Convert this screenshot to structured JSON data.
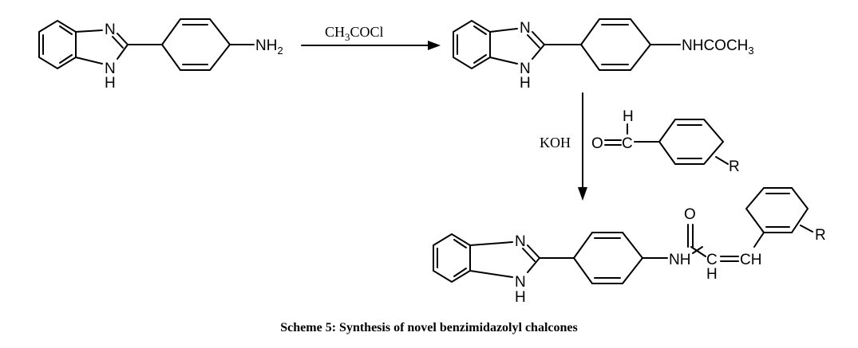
{
  "caption": "Scheme 5: Synthesis of novel benzimidazolyl chalcones",
  "atoms": {
    "n": "N",
    "nh_h": "H",
    "h": "H",
    "o": "O",
    "c": "C",
    "r": "R",
    "nh2": "NH",
    "nh2_sub": "2",
    "nhcoch3_main": "NHCOCH",
    "nhcoch3_sub": "3",
    "nh": "NH",
    "ch": "CH"
  },
  "reagents": {
    "step1_pre": "CH",
    "step1_sub": "3",
    "step1_post": "COCl",
    "step2": "KOH"
  }
}
